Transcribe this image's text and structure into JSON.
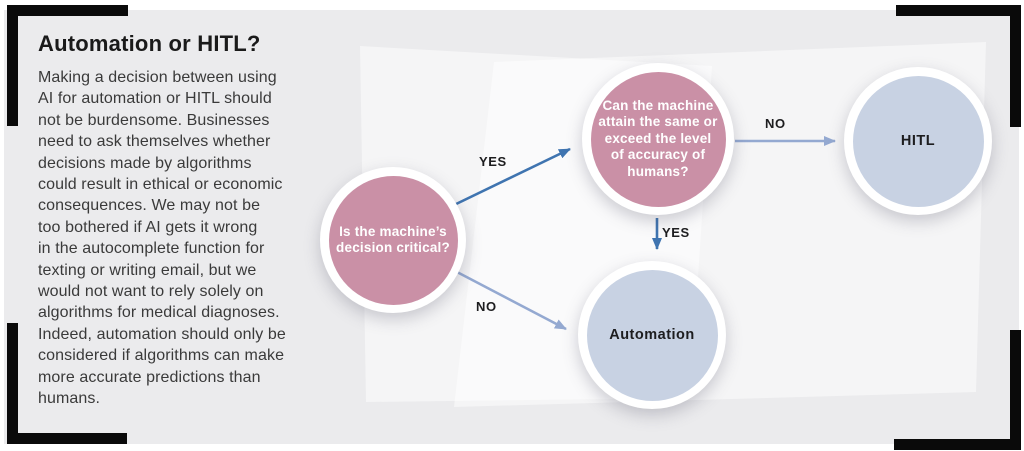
{
  "article": {
    "heading": "Automation or HITL?",
    "body": "Making a decision between using\nAI for automation or HITL should\nnot be burdensome. Businesses\nneed to ask themselves whether\ndecisions made by algorithms\ncould result in ethical or economic\nconsequences. We may not be\ntoo bothered if AI gets it wrong\nin the autocomplete function for\ntexting or writing email, but we\nwould not want to rely solely on\nalgorithms for medical diagnoses.\nIndeed, automation should only be\nconsidered if algorithms can make\nmore accurate predictions than\nhumans."
  },
  "flowchart": {
    "nodes": {
      "q1": {
        "label": "Is the machine’s\ndecision critical?",
        "type": "question",
        "color": "#ca90a6"
      },
      "q2": {
        "label": "Can the machine\nattain the same or\nexceed the level\nof accuracy of\nhumans?",
        "type": "question",
        "color": "#ca90a6"
      },
      "hitl": {
        "label": "HITL",
        "type": "outcome",
        "color": "#c8d2e3"
      },
      "automation": {
        "label": "Automation",
        "type": "outcome",
        "color": "#c8d2e3"
      }
    },
    "edges": {
      "q1_yes": {
        "label": "YES",
        "from": "q1",
        "to": "q2",
        "color": "#3f74b0"
      },
      "q2_no": {
        "label": "NO",
        "from": "q2",
        "to": "hitl",
        "color": "#94a9d1"
      },
      "q2_yes": {
        "label": "YES",
        "from": "q2",
        "to": "automation",
        "color": "#3f74b0"
      },
      "q1_no": {
        "label": "NO",
        "from": "q1",
        "to": "automation",
        "color": "#94a9d1"
      }
    }
  },
  "colors": {
    "background": "#ebebed",
    "question_node": "#ca90a6",
    "outcome_node": "#c8d2e3",
    "arrow_strong": "#3f74b0",
    "arrow_soft": "#94a9d1",
    "text": "#1d1d1f",
    "frame_bracket": "#0a0a0a"
  }
}
